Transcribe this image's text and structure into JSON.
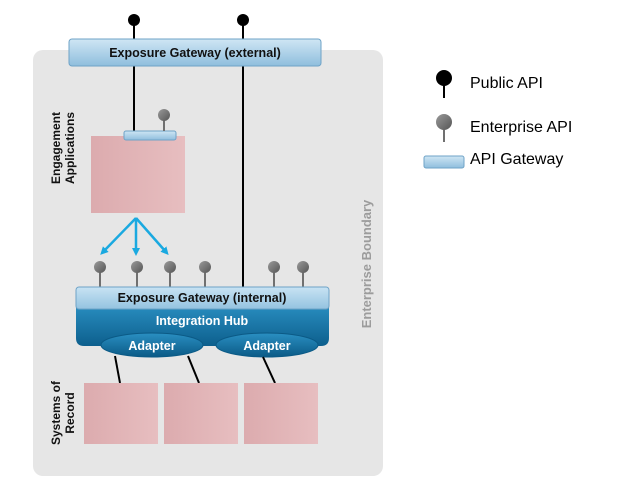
{
  "boundary": {
    "label": "Enterprise Boundary"
  },
  "gateway_external": {
    "label": "Exposure Gateway (external)"
  },
  "gateway_internal": {
    "label": "Exposure Gateway (internal)"
  },
  "integration_hub": {
    "label": "Integration Hub"
  },
  "adapters": [
    {
      "label": "Adapter"
    },
    {
      "label": "Adapter"
    }
  ],
  "groups": {
    "engagement": {
      "line1": "Engagement",
      "line2": "Applications"
    },
    "systems": {
      "line1": "Systems of",
      "line2": "Record"
    }
  },
  "legend": {
    "public_api": "Public API",
    "enterprise_api": "Enterprise API",
    "api_gateway": "API Gateway"
  },
  "colors": {
    "boundary_fill": "#e6e6e6",
    "gateway_blue": "#a9cfe6",
    "hub_blue": "#1f7fb0",
    "box_pink": "#deb0b2",
    "arrow_cyan": "#1aa9e0",
    "public_pin": "#000000",
    "enterprise_pin": "#707070"
  }
}
